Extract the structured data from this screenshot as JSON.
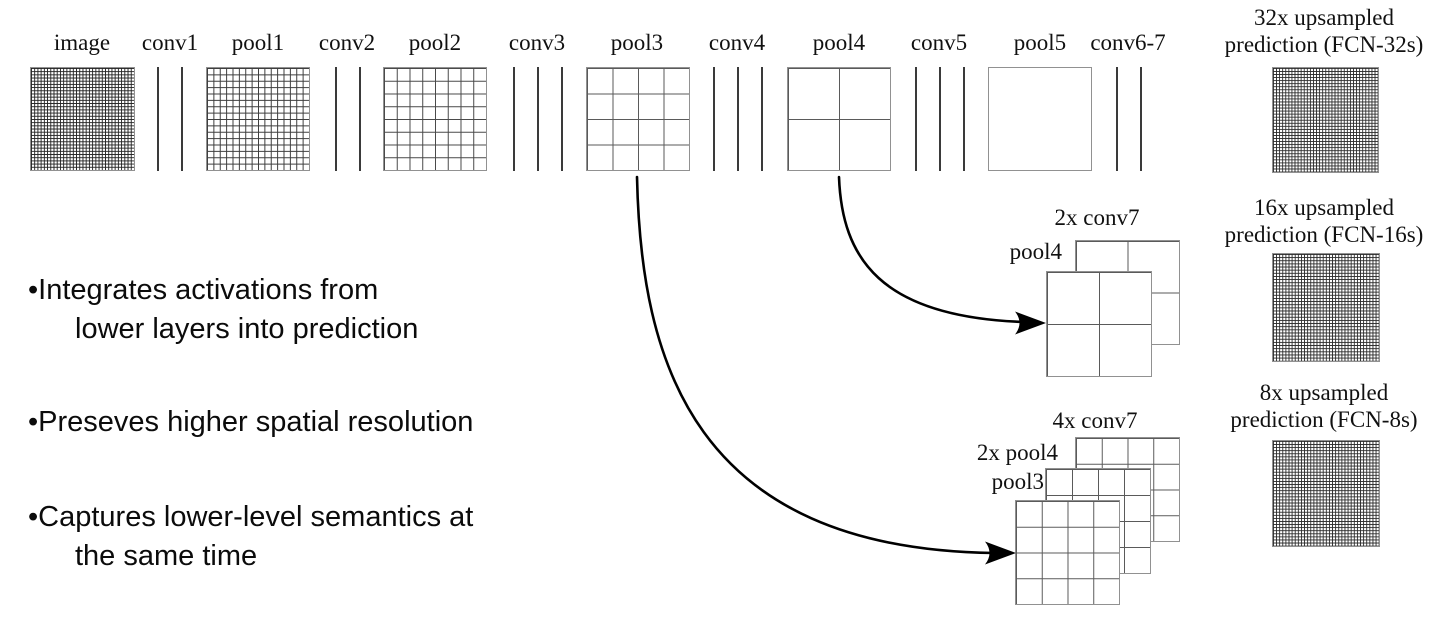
{
  "figure": {
    "layers": [
      {
        "label": "image",
        "kind": "grid",
        "divisions": 32
      },
      {
        "label": "conv1",
        "kind": "conv-planes",
        "planes": 2
      },
      {
        "label": "pool1",
        "kind": "grid",
        "divisions": 16
      },
      {
        "label": "conv2",
        "kind": "conv-planes",
        "planes": 2
      },
      {
        "label": "pool2",
        "kind": "grid",
        "divisions": 8
      },
      {
        "label": "conv3",
        "kind": "conv-planes",
        "planes": 3
      },
      {
        "label": "pool3",
        "kind": "grid",
        "divisions": 4
      },
      {
        "label": "conv4",
        "kind": "conv-planes",
        "planes": 3
      },
      {
        "label": "pool4",
        "kind": "grid",
        "divisions": 2
      },
      {
        "label": "conv5",
        "kind": "conv-planes",
        "planes": 3
      },
      {
        "label": "pool5",
        "kind": "grid",
        "divisions": 1
      },
      {
        "label": "conv6-7",
        "kind": "conv-planes",
        "planes": 2
      }
    ],
    "predictions": [
      {
        "line1": "32x upsampled",
        "line2": "prediction (FCN-32s)"
      },
      {
        "line1": "16x upsampled",
        "line2": "prediction (FCN-16s)"
      },
      {
        "line1": "8x upsampled",
        "line2": "prediction (FCN-8s)"
      }
    ],
    "fusion16": {
      "back_label": "2x conv7",
      "front_label": "pool4"
    },
    "fusion8": {
      "back_label": "4x conv7",
      "middle_label": "2x pool4",
      "front_label": "pool3"
    },
    "skip_arrows": [
      {
        "from": "pool3",
        "to": "FCN-8s fusion"
      },
      {
        "from": "pool4",
        "to": "FCN-16s fusion"
      }
    ]
  },
  "bullets": [
    {
      "line1": "•Integrates activations from",
      "line2": "lower layers into prediction"
    },
    {
      "line1": "•Preseves higher spatial resolution"
    },
    {
      "line1": "•Captures lower-level semantics at",
      "line2": "the same time"
    }
  ],
  "colors": {
    "background": "#ffffff",
    "grid_line": "#2a2a2a",
    "grid_border": "#919191",
    "arrow": "#000000",
    "text": "#111111"
  }
}
